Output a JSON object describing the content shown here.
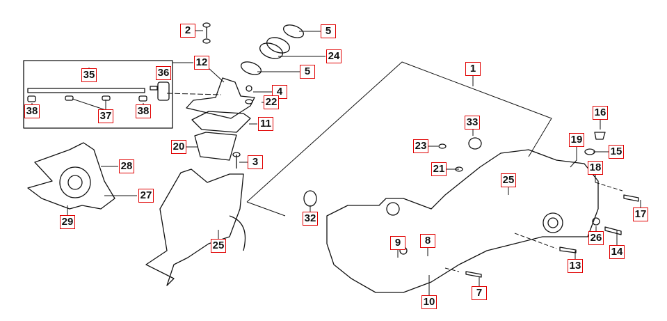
{
  "diagram": {
    "title": "Crankcase exploded parts diagram",
    "callout_color": "#e00000",
    "callouts": {
      "p1": "1",
      "p2": "2",
      "p3": "3",
      "p4": "4",
      "p5a": "5",
      "p5b": "5",
      "p7": "7",
      "p8": "8",
      "p9": "9",
      "p10": "10",
      "p11": "11",
      "p12": "12",
      "p13": "13",
      "p14": "14",
      "p15": "15",
      "p16": "16",
      "p17": "17",
      "p18": "18",
      "p19": "19",
      "p20": "20",
      "p21": "21",
      "p22": "22",
      "p23": "23",
      "p24": "24",
      "p25a": "25",
      "p25b": "25",
      "p26": "26",
      "p27": "27",
      "p28": "28",
      "p29": "29",
      "p32": "32",
      "p33": "33",
      "p35": "35",
      "p36": "36",
      "p37": "37",
      "p38a": "38",
      "p38b": "38"
    }
  }
}
